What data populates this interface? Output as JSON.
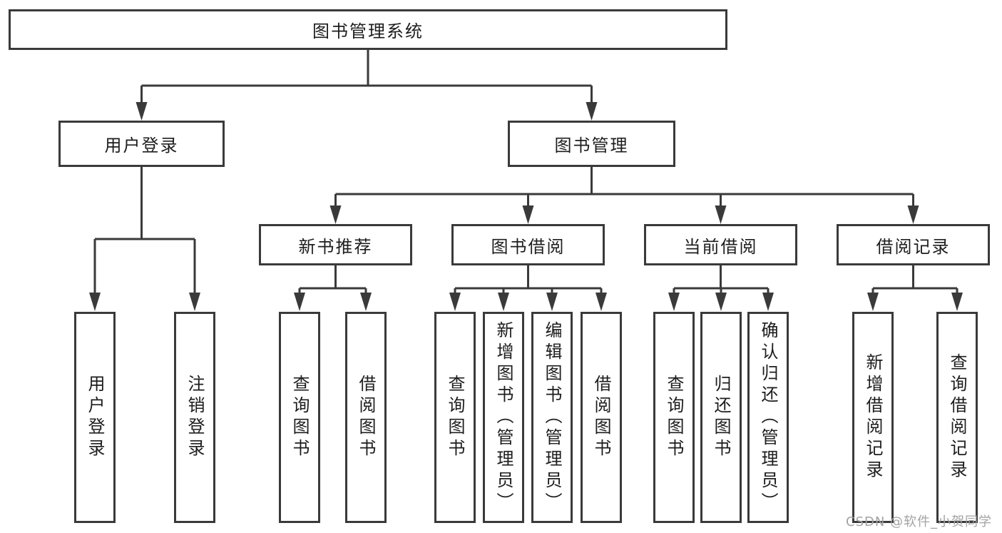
{
  "tree": {
    "label": "图书管理系统",
    "children": [
      {
        "label": "用户登录",
        "children": [
          {
            "label": "用户登录"
          },
          {
            "label": "注销登录"
          }
        ]
      },
      {
        "label": "图书管理",
        "children": [
          {
            "label": "新书推荐",
            "children": [
              {
                "label": "查询图书"
              },
              {
                "label": "借阅图书"
              }
            ]
          },
          {
            "label": "图书借阅",
            "children": [
              {
                "label": "查询图书"
              },
              {
                "label": "新增图书（管理员）"
              },
              {
                "label": "编辑图书（管理员）"
              },
              {
                "label": "借阅图书"
              }
            ]
          },
          {
            "label": "当前借阅",
            "children": [
              {
                "label": "查询图书"
              },
              {
                "label": "归还图书"
              },
              {
                "label": "确认归还（管理员）"
              }
            ]
          },
          {
            "label": "借阅记录",
            "children": [
              {
                "label": "新增借阅记录"
              },
              {
                "label": "查询借阅记录"
              }
            ]
          }
        ]
      }
    ]
  },
  "watermark": {
    "text": "CSDN @软件_小贺同学"
  },
  "colors": {
    "line": "#3a3a3a",
    "text": "#1d1d1d",
    "watermark": "#a3a3a3",
    "background": "#ffffff"
  }
}
